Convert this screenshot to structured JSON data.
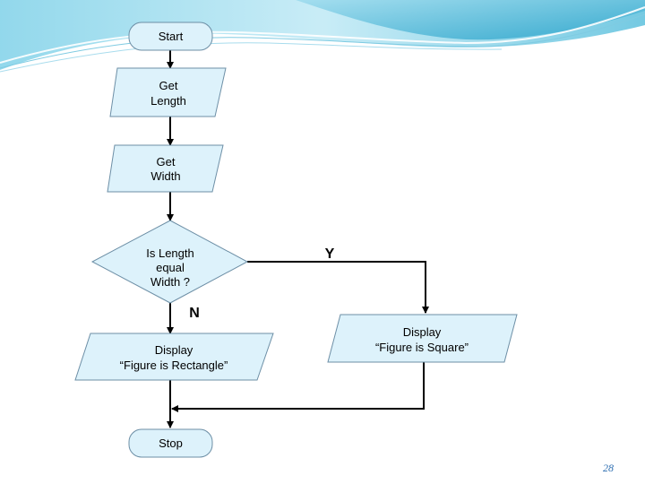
{
  "flowchart": {
    "start": "Start",
    "get_length": [
      "Get",
      "Length"
    ],
    "get_width": [
      "Get",
      "Width"
    ],
    "decision": [
      "Is Length",
      "equal",
      "Width ?"
    ],
    "yes_label": "Y",
    "no_label": "N",
    "display_rectangle": [
      "Display",
      "“Figure is Rectangle”"
    ],
    "display_square": [
      "Display",
      "“Figure is Square”"
    ],
    "stop": "Stop"
  },
  "slide": {
    "page_number": "28"
  },
  "colors": {
    "node_fill": "#ddf2fb",
    "node_stroke": "#6d8fa6",
    "connector": "#000000",
    "accent": "#46b3d4"
  }
}
